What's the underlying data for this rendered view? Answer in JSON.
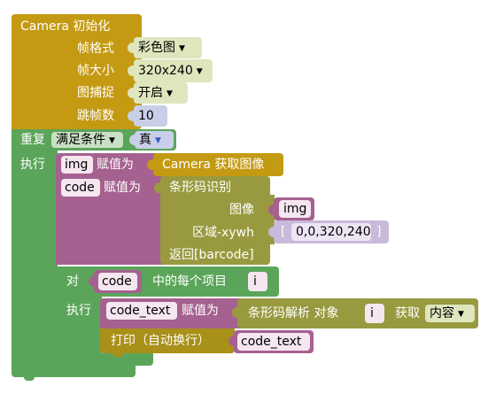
{
  "camera_init": {
    "title": "Camera  初始化",
    "framesize_label": "帧格式",
    "framesize_value": "彩色图",
    "resolution_label": "帧大小",
    "resolution_value": "320x240",
    "capture_label": "图捕捉",
    "capture_value": "开启",
    "skip_label": "跳帧数",
    "skip_value": "10"
  },
  "loop": {
    "repeat_label": "重复",
    "condition_mode": "满足条件",
    "condition_value": "真",
    "do_label": "执行"
  },
  "assign_img": {
    "var": "img",
    "assign_label": "赋值为",
    "source": "Camera  获取图像"
  },
  "assign_code": {
    "var": "code",
    "assign_label": "赋值为",
    "recog_label": "条形码识别",
    "image_label": "图像",
    "image_var": "img",
    "region_label": "区域-xywh",
    "region_value": "0,0,320,240",
    "return_label": "返回[barcode]"
  },
  "for_each": {
    "for_label": "对",
    "list_var": "code",
    "each_label": "中的每个项目",
    "item_var": "i",
    "do_label": "执行"
  },
  "assign_code_text": {
    "var": "code_text",
    "assign_label": "赋值为",
    "parse_label": "条形码解析  对象",
    "item_var": "i",
    "get_label": "获取",
    "get_value": "内容"
  },
  "print": {
    "label": "打印（自动换行）",
    "var": "code_text"
  },
  "colors": {
    "camera": "#c49a12",
    "loop": "#5ba55b",
    "variable": "#a5618f",
    "barcode": "#999a3f",
    "text": "#a88a10"
  }
}
